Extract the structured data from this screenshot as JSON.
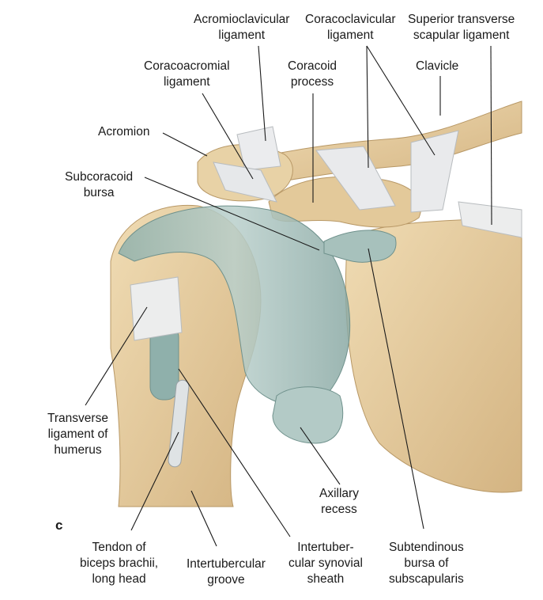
{
  "panel_letter": "c",
  "labels": {
    "acromioclavicular": [
      "Acromioclavicular",
      "ligament"
    ],
    "coracoclavicular": [
      "Coracoclavicular",
      "ligament"
    ],
    "superior_transverse": [
      "Superior transverse",
      "scapular ligament"
    ],
    "coracoacromial": [
      "Coracoacromial",
      "ligament"
    ],
    "coracoid": [
      "Coracoid",
      "process"
    ],
    "clavicle": [
      "Clavicle"
    ],
    "acromion": [
      "Acromion"
    ],
    "subcoracoid": [
      "Subcoracoid",
      "bursa"
    ],
    "transverse_humerus": [
      "Transverse",
      "ligament of",
      "humerus"
    ],
    "axillary": [
      "Axillary",
      "recess"
    ],
    "biceps": [
      "Tendon of",
      "biceps brachii,",
      "long head"
    ],
    "intertubercular_groove": [
      "Intertubercular",
      "groove"
    ],
    "intertubercular_sheath": [
      "Intertuber-",
      "cular synovial",
      "sheath"
    ],
    "subtendinous": [
      "Subtendinous",
      "bursa of",
      "subscapularis"
    ]
  },
  "colors": {
    "bone": "#e6cfa3",
    "bone_shadow": "#c9a874",
    "bursa": "#a9c1bd",
    "bursa_dark": "#7fa09b",
    "ligament": "#e8e9ea",
    "leader": "#1a1a1a"
  }
}
